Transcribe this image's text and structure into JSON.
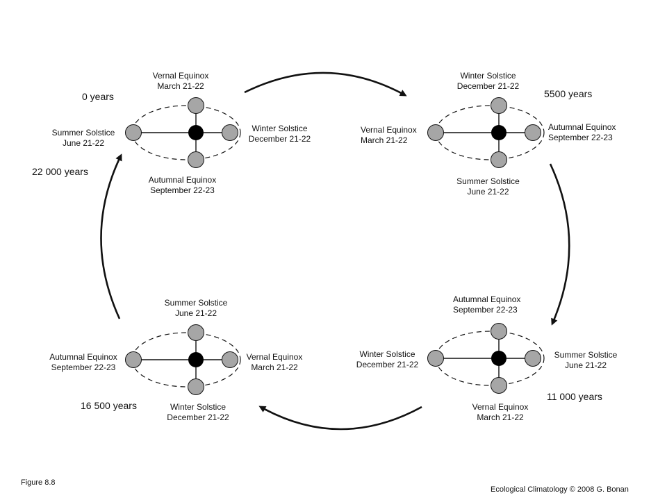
{
  "orbits": [
    {
      "years": "0 years",
      "top": {
        "name": "Vernal Equinox",
        "date": "March 21-22"
      },
      "right": {
        "name": "Winter Solstice",
        "date": "December 21-22"
      },
      "bottom": {
        "name": "Autumnal Equinox",
        "date": "September 22-23"
      },
      "left": {
        "name": "Summer Solstice",
        "date": "June 21-22"
      }
    },
    {
      "years": "5500 years",
      "top": {
        "name": "Winter Solstice",
        "date": "December 21-22"
      },
      "right": {
        "name": "Autumnal Equinox",
        "date": "September 22-23"
      },
      "bottom": {
        "name": "Summer Solstice",
        "date": "June 21-22"
      },
      "left": {
        "name": "Vernal Equinox",
        "date": "March 21-22"
      }
    },
    {
      "years": "11 000 years",
      "top": {
        "name": "Autumnal Equinox",
        "date": "September 22-23"
      },
      "right": {
        "name": "Summer Solstice",
        "date": "June 21-22"
      },
      "bottom": {
        "name": "Vernal Equinox",
        "date": "March 21-22"
      },
      "left": {
        "name": "Winter Solstice",
        "date": "December 21-22"
      }
    },
    {
      "years": "16 500 years",
      "top": {
        "name": "Summer Solstice",
        "date": "June 21-22"
      },
      "right": {
        "name": "Vernal Equinox",
        "date": "March 21-22"
      },
      "bottom": {
        "name": "Winter Solstice",
        "date": "December 21-22"
      },
      "left": {
        "name": "Autumnal Equinox",
        "date": "September 22-23"
      }
    },
    {
      "years": "22 000 years"
    }
  ],
  "footer": {
    "figure": "Figure 8.8",
    "credit": "Ecological Climatology © 2008 G. Bonan"
  },
  "colors": {
    "sun": "#000000",
    "earth": "#a6a6a6",
    "line": "#111111"
  }
}
